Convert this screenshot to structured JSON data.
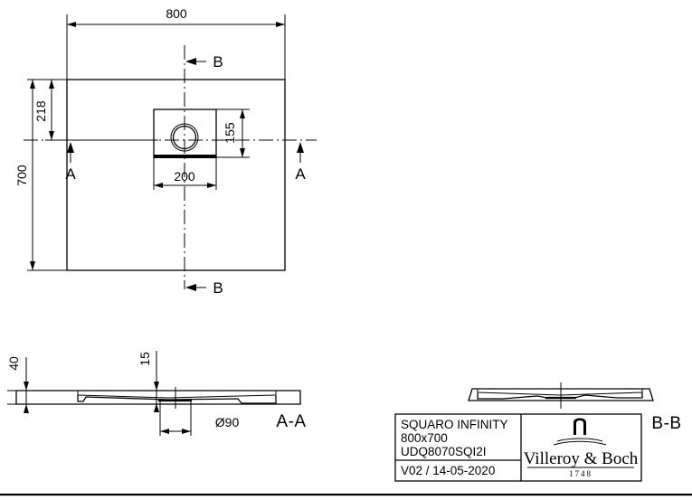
{
  "drawing": {
    "type": "technical-drawing",
    "product": "shower tray",
    "plan_view": {
      "width_dim": "800",
      "height_dim": "700",
      "drain_offset_from_top": "218",
      "drain_box_width": "200",
      "drain_box_height": "155",
      "section_marker_a": "A",
      "section_marker_b": "B"
    },
    "section_aa": {
      "label": "A-A",
      "thickness_dim": "40",
      "drain_depth_dim": "15",
      "drain_diameter_dim": "Ø90"
    },
    "section_bb": {
      "label": "B-B"
    }
  },
  "title_block": {
    "product_name": "SQUARO INFINITY",
    "size": "800x700",
    "article_number": "UDQ8070SQI2I",
    "revision": "V02 / 14-05-2020",
    "brand_name": "Villeroy & Boch",
    "brand_year": "1748"
  },
  "colors": {
    "line": "#000000",
    "background": "#ffffff"
  }
}
